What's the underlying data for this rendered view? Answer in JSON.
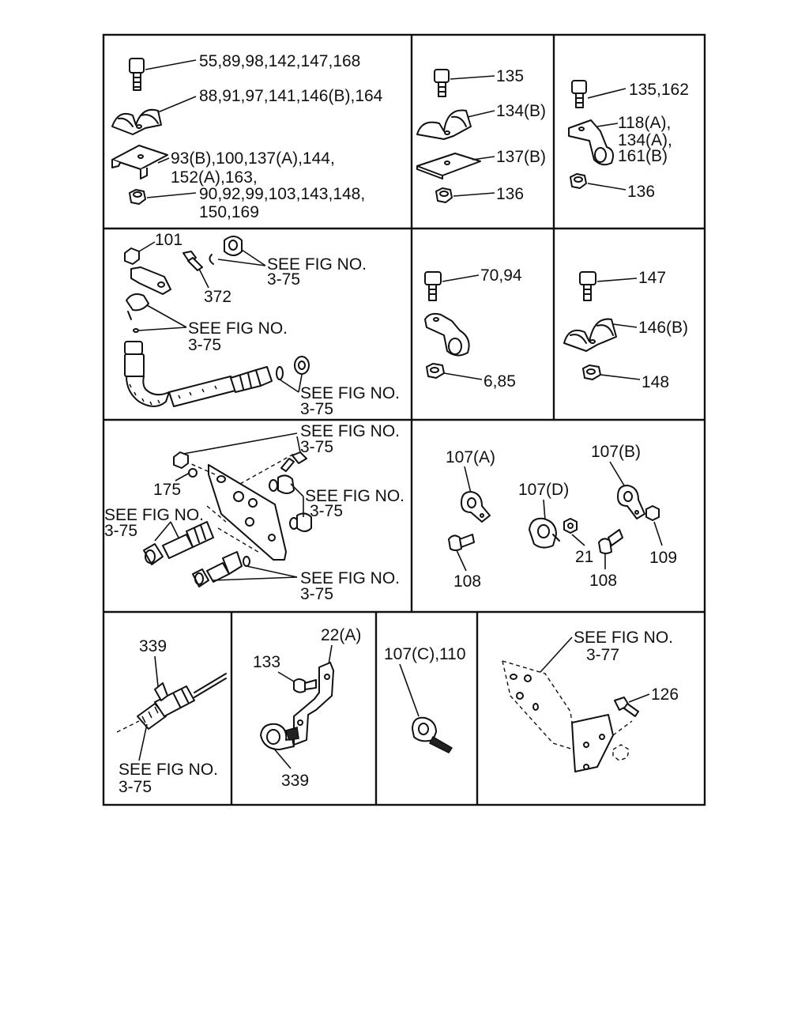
{
  "panels": [
    {
      "labels": [
        "55,89,98,142,147,168",
        "88,91,97,141,146(B),164",
        "93(B),100,137(A),144,",
        "152(A),163,",
        "90,92,99,103,143,148,",
        "150,169"
      ]
    },
    {
      "labels": [
        "135",
        "134(B)",
        "137(B)",
        "136"
      ]
    },
    {
      "labels": [
        "135,162",
        "118(A),",
        "134(A),",
        "161(B)",
        "136"
      ]
    },
    {
      "labels": [
        "101",
        "372",
        "SEE FIG NO.",
        "3-75",
        "SEE FIG NO.",
        "3-75",
        "SEE FIG NO.",
        "3-75"
      ]
    },
    {
      "labels": [
        "70,94",
        "6,85"
      ]
    },
    {
      "labels": [
        "147",
        "146(B)",
        "148"
      ]
    },
    {
      "labels": [
        "SEE FIG NO.",
        "3-75",
        "175",
        "SEE FIG NO.",
        "3-75",
        "SEE FIG NO.",
        "3-75",
        "SEE FIG NO.",
        "3-75"
      ]
    },
    {
      "labels": [
        "107(A)",
        "107(B)",
        "107(D)",
        "21",
        "109",
        "108",
        "108"
      ]
    },
    {
      "labels": [
        "339",
        "SEE FIG NO.",
        "3-75"
      ]
    },
    {
      "labels": [
        "22(A)",
        "133",
        "339"
      ]
    },
    {
      "labels": [
        "107(C),110"
      ]
    },
    {
      "labels": [
        "SEE FIG NO.",
        "3-77",
        "126"
      ]
    }
  ]
}
